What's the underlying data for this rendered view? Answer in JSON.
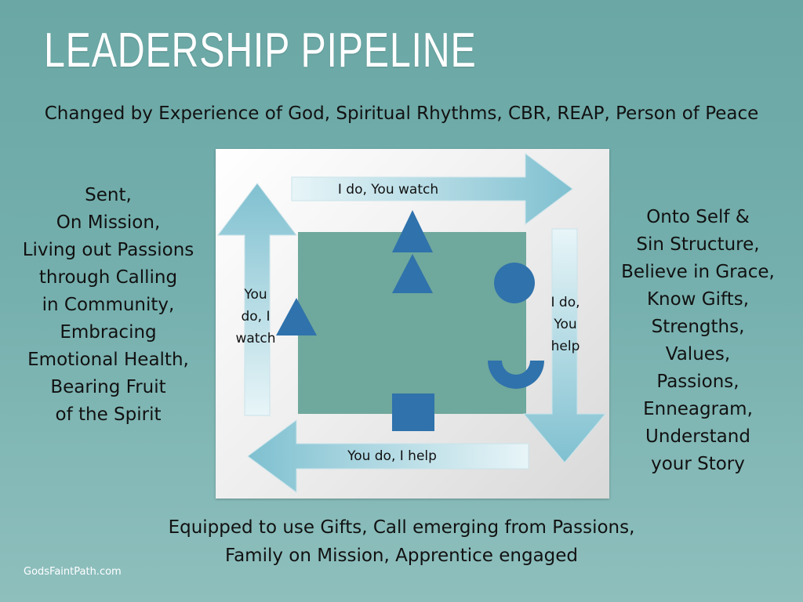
{
  "title": "LEADERSHIP PIPELINE",
  "subtitle": "Changed by Experience of God, Spiritual Rhythms, CBR, REAP, Person of Peace",
  "left_text": [
    "Sent,",
    "On Mission,",
    "Living out Passions",
    "through Calling",
    "in Community,",
    "Embracing",
    "Emotional Health,",
    "Bearing Fruit",
    "of the Spirit"
  ],
  "right_text": [
    "Onto Self &",
    "Sin Structure,",
    "Believe in Grace,",
    "Know Gifts,",
    "Strengths,",
    "Values,",
    "Passions,",
    "Enneagram,",
    "Understand",
    "your Story"
  ],
  "arrows": {
    "top": "I do, You watch",
    "right": [
      "I do,",
      "You",
      "help"
    ],
    "bottom": "You do, I help",
    "left": [
      "You",
      "do, I",
      "watch"
    ]
  },
  "bottom_text": [
    "Equipped to use Gifts, Call emerging from Passions,",
    "Family on Mission,  Apprentice engaged"
  ],
  "footer": "GodsFaintPath.com",
  "colors": {
    "background": "#6fa9a7",
    "center_square": "#6fa89c",
    "shapes": "#2f72ac",
    "arrow_light": "#e6f4f7",
    "arrow_dark": "#7fc0d0"
  }
}
